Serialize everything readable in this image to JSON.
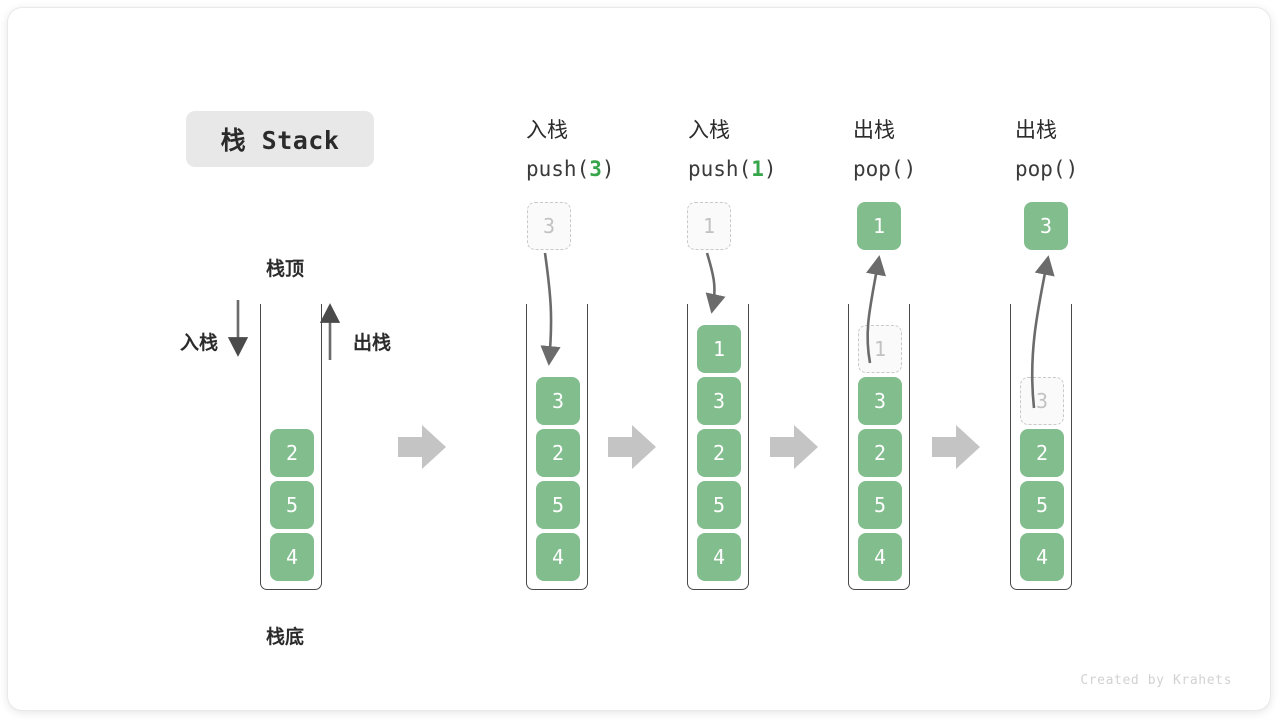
{
  "title": {
    "text": "栈 Stack"
  },
  "labels": {
    "top": "栈顶",
    "bottom": "栈底",
    "push_side": "入栈",
    "pop_side": "出栈"
  },
  "credit": "Created by Krahets",
  "colors": {
    "cell_green": "#82bd8e",
    "accent_green": "#37a54a",
    "ghost_border": "#c9c9c9",
    "ghost_text": "#c2c2c2",
    "arrow_gray": "#6b6b6b",
    "block_arrow": "#c4c4c4",
    "chip_bg": "#e8e8e8"
  },
  "steps": [
    {
      "id": "initial",
      "op_cn": "",
      "op_code": "",
      "stack": [
        "2",
        "5",
        "4"
      ],
      "ghost": null,
      "floating": null
    },
    {
      "id": "push3",
      "op_cn": "入栈",
      "op_code_prefix": "push(",
      "op_code_arg": "3",
      "op_code_suffix": ")",
      "stack": [
        "3",
        "2",
        "5",
        "4"
      ],
      "floating": {
        "value": "3",
        "style": "ghost"
      },
      "arrow": "down"
    },
    {
      "id": "push1",
      "op_cn": "入栈",
      "op_code_prefix": "push(",
      "op_code_arg": "1",
      "op_code_suffix": ")",
      "stack": [
        "1",
        "3",
        "2",
        "5",
        "4"
      ],
      "floating": {
        "value": "1",
        "style": "ghost"
      },
      "arrow": "down"
    },
    {
      "id": "pop1",
      "op_cn": "出栈",
      "op_code_prefix": "pop(",
      "op_code_arg": "",
      "op_code_suffix": ")",
      "stack": [
        "3",
        "2",
        "5",
        "4"
      ],
      "ghost_top": "1",
      "floating": {
        "value": "1",
        "style": "solid"
      },
      "arrow": "up"
    },
    {
      "id": "pop3",
      "op_cn": "出栈",
      "op_code_prefix": "pop(",
      "op_code_arg": "",
      "op_code_suffix": ")",
      "stack": [
        "2",
        "5",
        "4"
      ],
      "ghost_top": "3",
      "floating": {
        "value": "3",
        "style": "solid"
      },
      "arrow": "up"
    }
  ]
}
